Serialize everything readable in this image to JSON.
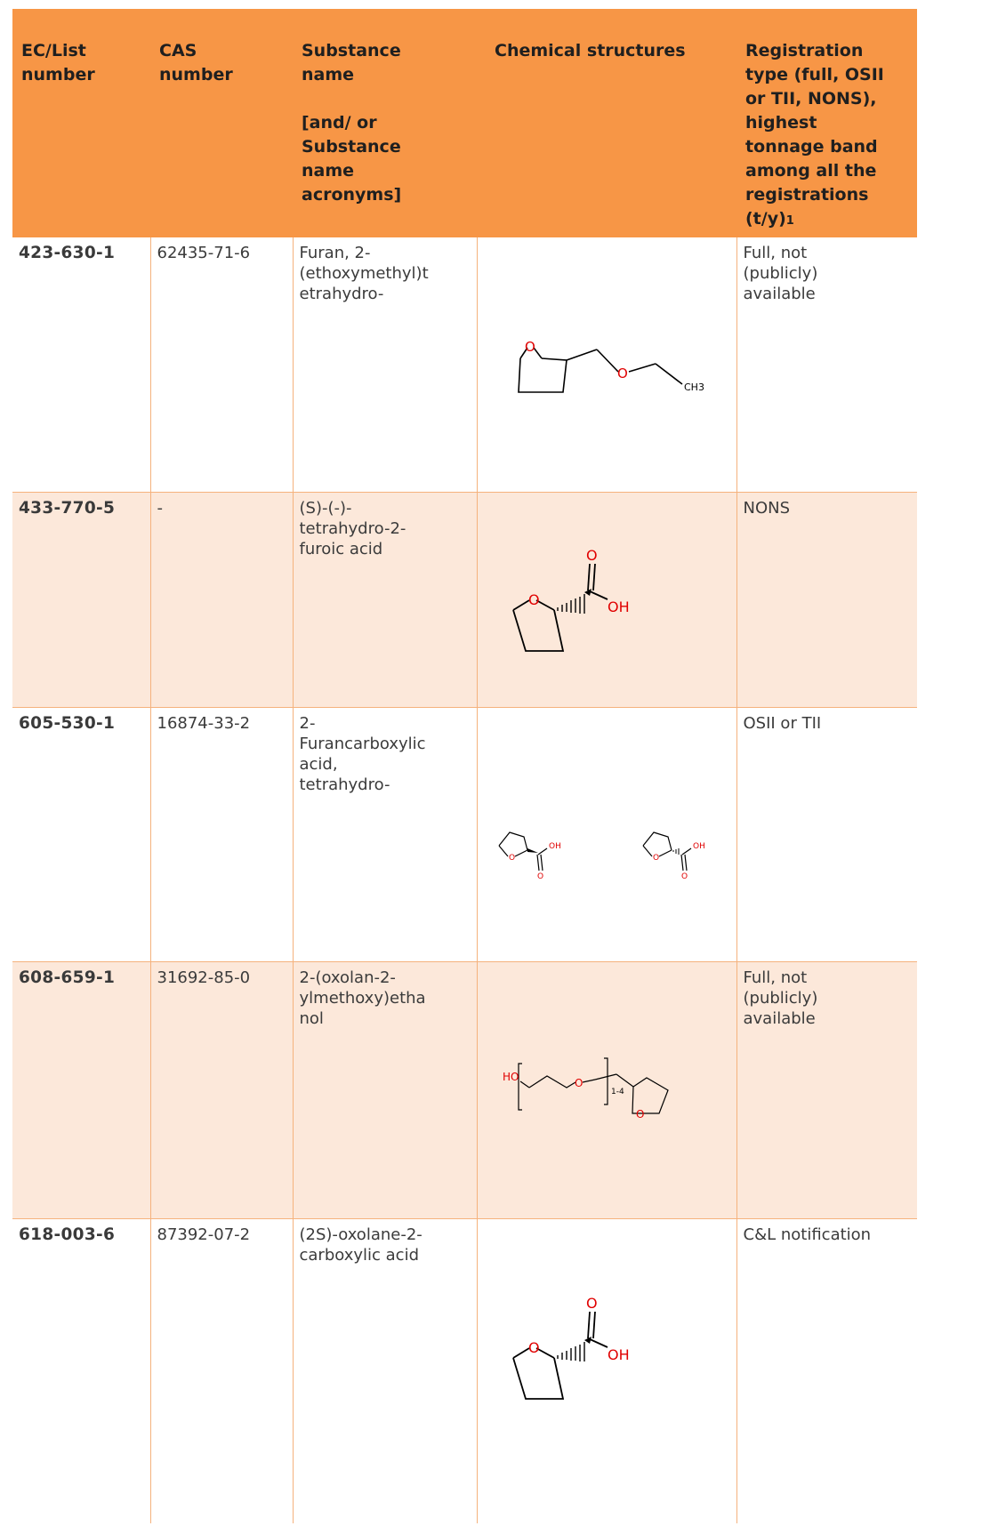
{
  "header": {
    "col1": [
      "EC/List",
      "number"
    ],
    "col2": [
      "CAS",
      "number"
    ],
    "col3_main": [
      "Substance",
      "name"
    ],
    "col3_sub": [
      "[and/ or",
      "Substance",
      "name",
      "acronyms]"
    ],
    "col4": "Chemical structures",
    "col5": [
      "Registration",
      "type (full, OSII",
      "or TII, NONS),",
      "highest",
      "tonnage band",
      "among all the",
      "registrations",
      "(t/y)"
    ],
    "col5_footnote": "1"
  },
  "rows": [
    {
      "ec": "423-630-1",
      "cas": "62435-71-6",
      "name": [
        "Furan, 2-",
        "(ethoxymethyl)t",
        "etrahydro-"
      ],
      "structure_labels": [
        "O",
        "O",
        "CH3"
      ],
      "registration": [
        "Full, not",
        "(publicly)",
        "available"
      ]
    },
    {
      "ec": "433-770-5",
      "cas": "-",
      "name": [
        "(S)-(-)-",
        "tetrahydro-2-",
        "furoic acid"
      ],
      "structure_labels": [
        "O",
        "O",
        "OH"
      ],
      "registration": [
        "NONS"
      ]
    },
    {
      "ec": "605-530-1",
      "cas": "16874-33-2",
      "name": [
        "2-",
        "Furancarboxylic",
        "acid,",
        "tetrahydro-"
      ],
      "structure_labels": [
        "O",
        "OH",
        "O",
        "O",
        "OH",
        "O"
      ],
      "registration": [
        "OSII or TII"
      ]
    },
    {
      "ec": "608-659-1",
      "cas": "31692-85-0",
      "name": [
        "2-(oxolan-2-",
        "ylmethoxy)etha",
        "nol"
      ],
      "structure_labels": [
        "HO",
        "O",
        "1-4",
        "O"
      ],
      "registration": [
        "Full, not",
        "(publicly)",
        "available"
      ]
    },
    {
      "ec": "618-003-6",
      "cas": "87392-07-2",
      "name": [
        "(2S)-oxolane-2-",
        "carboxylic acid"
      ],
      "structure_labels": [
        "O",
        "O",
        "OH"
      ],
      "registration": [
        "C&L notification"
      ]
    }
  ],
  "colors": {
    "header_bg": "#f79646",
    "band_bg": "#fce8da",
    "border": "#f5b27d",
    "atom_red": "#e00000"
  }
}
